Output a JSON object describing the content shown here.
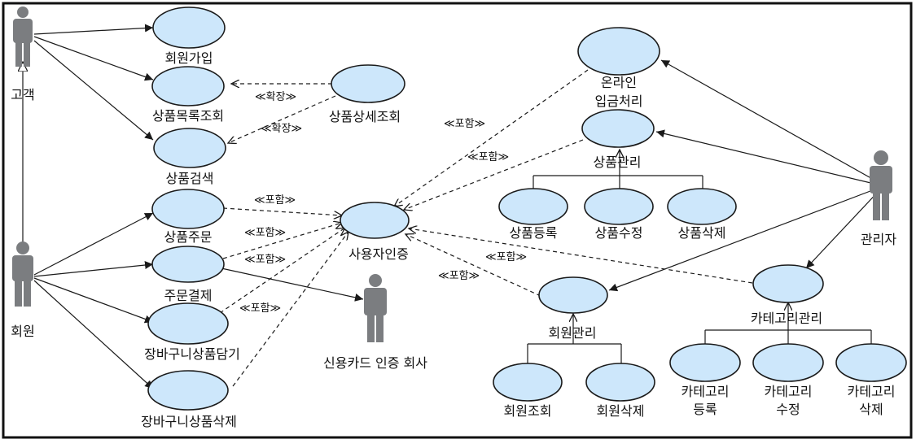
{
  "actors": {
    "customer": "고객",
    "member": "회원",
    "card_company": "신용카드 인증 회사",
    "admin": "관리자"
  },
  "usecases": {
    "join": "회원가입",
    "product_list": "상품목록조회",
    "product_detail": "상품상세조회",
    "product_search": "상품검색",
    "product_order": "상품주문",
    "order_payment": "주문결제",
    "cart_add": "장바구니상품담기",
    "cart_delete": "장바구니상품삭제",
    "user_auth": "사용자인증",
    "online_deposit_1": "온라인",
    "online_deposit_2": "입금처리",
    "product_mgmt": "상품관리",
    "product_register": "상품등록",
    "product_modify": "상품수정",
    "product_remove": "상품삭제",
    "member_mgmt": "회원관리",
    "member_view": "회원조회",
    "member_delete": "회원삭제",
    "category_mgmt": "카테고리관리",
    "cat_reg_1": "카테고리",
    "cat_reg_2": "등록",
    "cat_mod_1": "카테고리",
    "cat_mod_2": "수정",
    "cat_del_1": "카테고리",
    "cat_del_2": "삭제"
  },
  "stereotypes": {
    "extend": "≪확장≫",
    "include": "≪포함≫"
  }
}
